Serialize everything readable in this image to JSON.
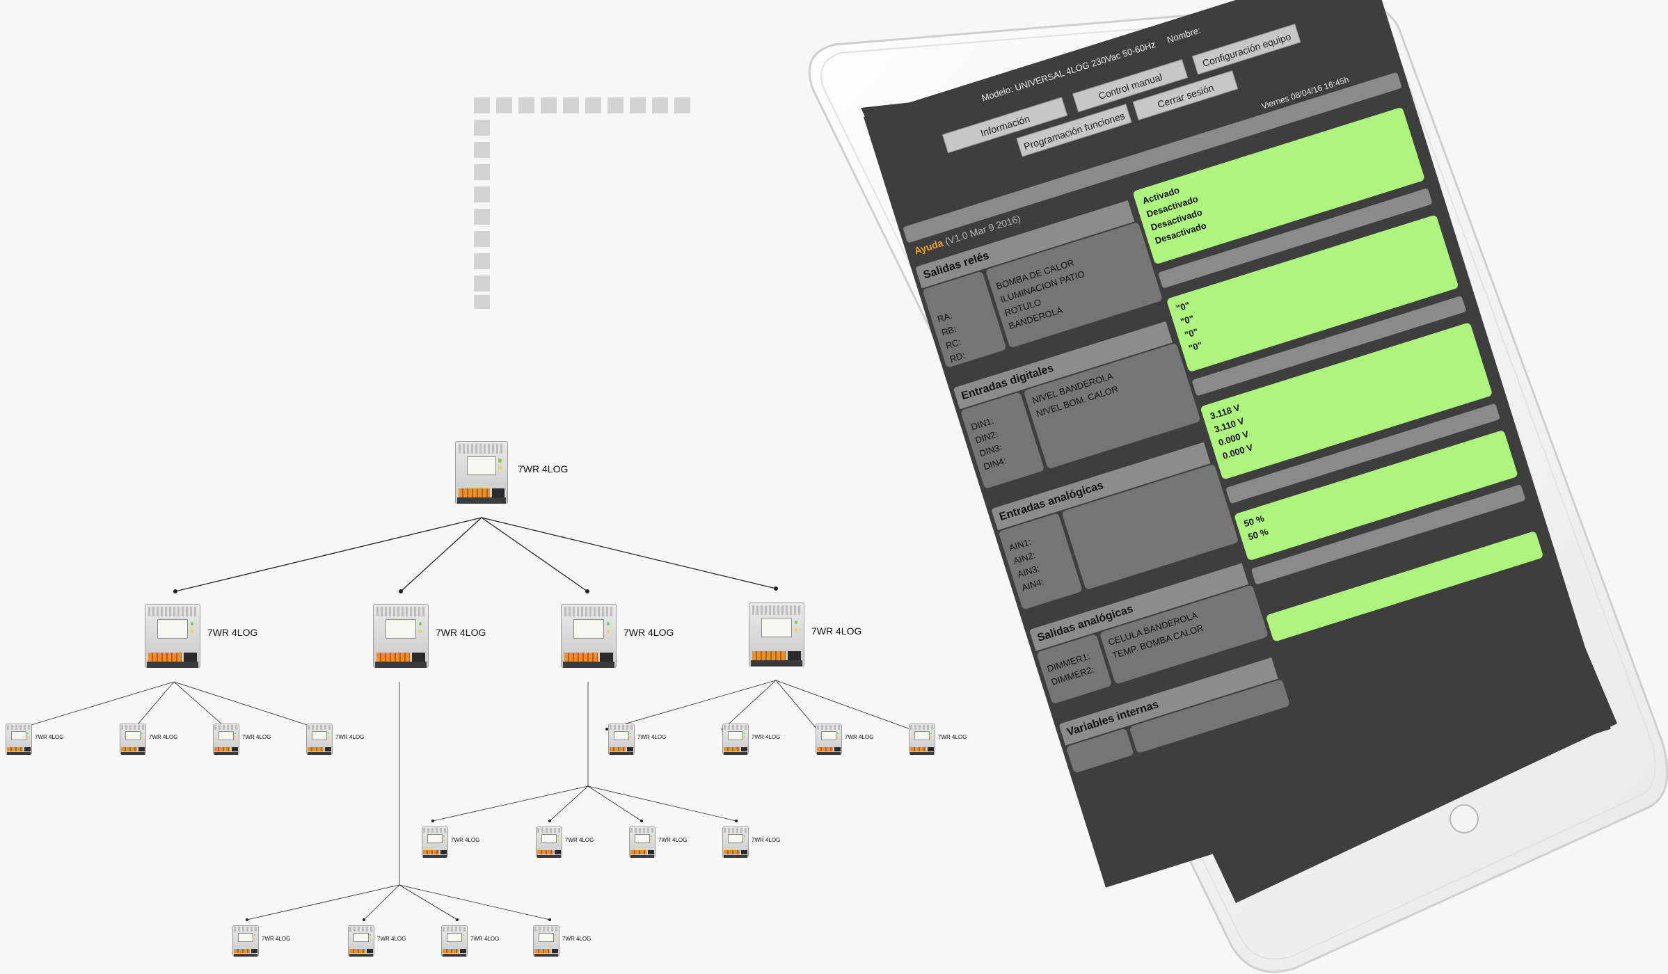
{
  "network": {
    "device_label": "7WR 4LOG"
  },
  "tablet": {
    "header": {
      "model": "Modelo: UNIVERSAL 4LOG 230Vac 50-60Hz",
      "name_label": "Nombre:"
    },
    "nav": [
      {
        "label": "Información"
      },
      {
        "label": "Control manual"
      },
      {
        "label": "Configuración equipo"
      },
      {
        "label": "Programación funciones"
      },
      {
        "label": "Cerrar sesión"
      }
    ],
    "date": "Viernes 08/04/16 16:45h",
    "help": {
      "link": "Ayuda",
      "version": "(V1.0 Mar 9 2016)"
    },
    "sections": {
      "relay_outputs": {
        "title": "Salidas relés",
        "ids": [
          "RA:",
          "RB:",
          "RC:",
          "RD:"
        ],
        "names": [
          "BOMBA DE CALOR",
          "ILUMINACION PATIO",
          "ROTULO",
          "BANDEROLA"
        ],
        "values": [
          "Activado",
          "Desactivado",
          "Desactivado",
          "Desactivado"
        ]
      },
      "digital_inputs": {
        "title": "Entradas digitales",
        "ids": [
          "DIN1:",
          "DIN2:",
          "DIN3:",
          "DIN4:"
        ],
        "names": [
          "NIVEL BANDEROLA",
          "NIVEL BOM. CALOR",
          "",
          ""
        ],
        "values": [
          "\"0\"",
          "\"0\"",
          "\"0\"",
          "\"0\""
        ]
      },
      "analog_inputs": {
        "title": "Entradas analógicas",
        "ids": [
          "AIN1:",
          "AIN2:",
          "AIN3:",
          "AIN4:"
        ],
        "names": [
          "",
          "",
          "",
          ""
        ],
        "values": [
          "3.118 V",
          "3.110 V",
          "0.000 V",
          "0.000 V"
        ]
      },
      "analog_outputs": {
        "title": "Salidas analógicas",
        "ids": [
          "DIMMER1:",
          "DIMMER2:"
        ],
        "names": [
          "CELULA BANDEROLA",
          "TEMP. BOMBA CALOR"
        ],
        "values": [
          "50 %",
          "50 %"
        ]
      },
      "internal_vars": {
        "title": "Variables internas"
      }
    },
    "colors": {
      "screen_bg": "#3e3e3e",
      "value_green": "#aef57e",
      "help_link": "#f0a32a"
    }
  }
}
